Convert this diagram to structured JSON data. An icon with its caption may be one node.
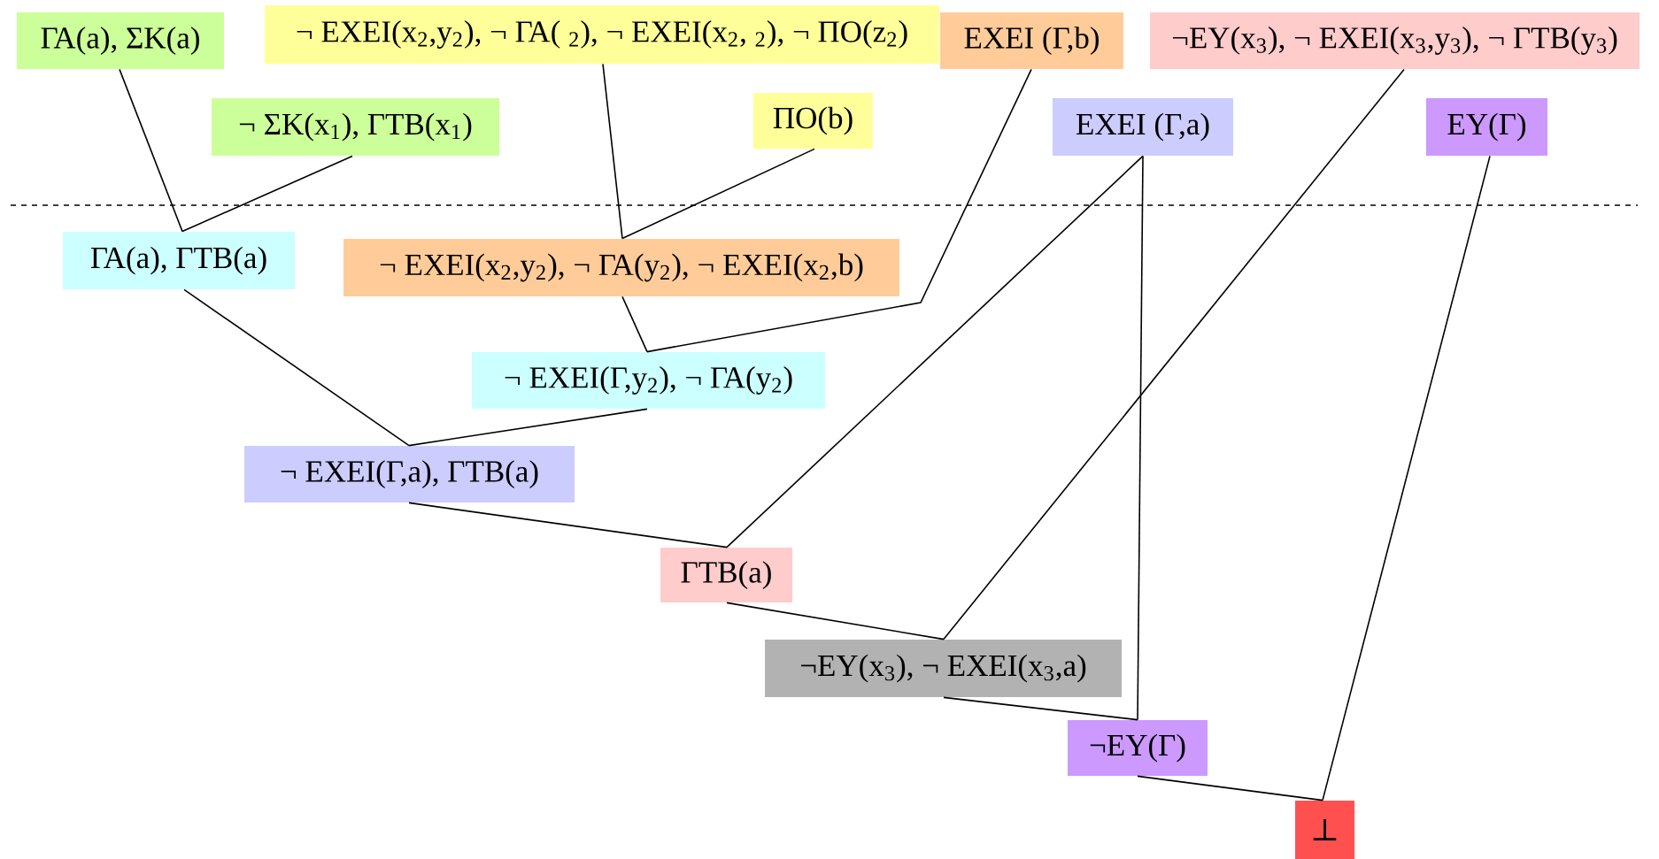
{
  "diagram": {
    "nodes": [
      {
        "text": [
          "ΓΑ(a), ΣΚ(a)"
        ]
      },
      {
        "text": [
          "¬ ΕΧΕΙ(x$_{2}$,y$_{2}$), ¬ ΓΑ( $_{2}$), ¬ ΕΧΕΙ(x$_{2}$, $_{2}$), ¬ ΠΟ(z$_{2}$)"
        ]
      },
      {
        "text": [
          "ΕΧΕΙ (Γ,b)"
        ]
      },
      {
        "text": [
          "¬ΕΥ(x$_{3}$), ¬ ΕΧΕΙ(x$_{3}$,y$_{3}$), ¬ ΓΤΒ(y$_{3}$)"
        ]
      },
      {
        "text": [
          "¬ ΣΚ(x$_{1}$), ΓΤΒ(x$_{1}$)"
        ]
      },
      {
        "text": [
          "ΠΟ(b)"
        ]
      },
      {
        "text": [
          "ΕΧΕΙ (Γ,a)"
        ]
      },
      {
        "text": [
          "ΕΥ(Γ)"
        ]
      },
      {
        "text": [
          "ΓΑ(a), ΓΤΒ(a)"
        ]
      },
      {
        "text": [
          "¬ ΕΧΕΙ(x$_{2}$,y$_{2}$), ¬ ΓΑ(y$_{2}$), ¬ ΕΧΕΙ(x$_{2}$,b)"
        ]
      },
      {
        "text": [
          "¬ ΕΧΕΙ(Γ,y$_{2}$), ¬ ΓΑ(y$_{2}$)"
        ]
      },
      {
        "text": [
          "¬ ΕΧΕΙ(Γ,a),  ΓΤΒ(a)"
        ]
      },
      {
        "text": [
          "ΓΤΒ(a)"
        ]
      },
      {
        "text": [
          "¬ΕΥ(x$_{3}$), ¬ ΕΧΕΙ(x$_{3}$,a)"
        ]
      },
      {
        "text": [
          "¬ΕΥ(Γ)"
        ]
      },
      {
        "text": [
          "⊥"
        ]
      }
    ],
    "edges": [
      {
        "from": 0,
        "to": 8,
        "arrow": "none"
      },
      {
        "from": 4,
        "to": 8,
        "arrow": "none"
      },
      {
        "from": 1,
        "to": 9,
        "arrow": "none"
      },
      {
        "from": 5,
        "to": 9,
        "arrow": "none"
      },
      {
        "from": 9,
        "to": 10,
        "arrow": "none"
      },
      {
        "from": 2,
        "to": 10,
        "arrow": "none"
      },
      {
        "from": 8,
        "to": 11,
        "arrow": "none"
      },
      {
        "from": 10,
        "to": 11,
        "arrow": "none"
      },
      {
        "from": 11,
        "to": 12,
        "arrow": "none"
      },
      {
        "from": 6,
        "to": 12,
        "arrow": "none"
      },
      {
        "from": 12,
        "to": 13,
        "arrow": "none"
      },
      {
        "from": 3,
        "to": 13,
        "arrow": "none"
      },
      {
        "from": 13,
        "to": 14,
        "arrow": "none"
      },
      {
        "from": 6,
        "to": 14,
        "arrow": "none"
      },
      {
        "from": 14,
        "to": 15,
        "arrow": "none"
      },
      {
        "from": 7,
        "to": 15,
        "arrow": "none"
      }
    ]
  }
}
